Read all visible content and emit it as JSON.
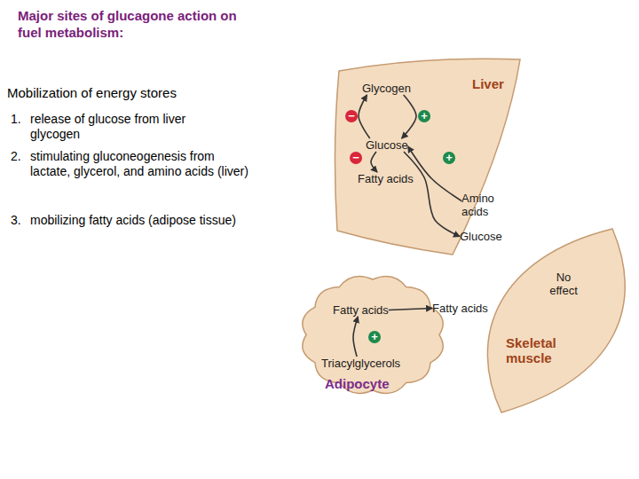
{
  "diagram": {
    "title": "Major sites of glucagone action on fuel metabolism:",
    "nodes": [
      {
        "text": [
          "Liver"
        ]
      },
      {
        "text": [
          "Glycogen"
        ],
        "in": 0
      },
      {
        "text": [
          "Glucose"
        ],
        "in": 0
      },
      {
        "text": [
          "Fatty acids"
        ],
        "in": 0
      },
      {
        "text": [
          "Amino acids"
        ]
      },
      {
        "text": [
          "Glucose"
        ]
      },
      {
        "text": [
          "Adipocyte"
        ]
      },
      {
        "text": [
          "Fatty acids"
        ],
        "in": 6
      },
      {
        "text": [
          "Triacylglycerols"
        ],
        "in": 6
      },
      {
        "text": [
          "Fatty acids"
        ]
      },
      {
        "text": [
          "No effect",
          "Skeletal muscle"
        ]
      }
    ],
    "edges": [
      {
        "from": 2,
        "to": 1,
        "arrow": "to",
        "label": "−"
      },
      {
        "from": 1,
        "to": 2,
        "arrow": "to",
        "label": "+"
      },
      {
        "from": 2,
        "to": 3,
        "arrow": "to",
        "label": "−"
      },
      {
        "from": 4,
        "to": 2,
        "arrow": "to",
        "label": "+"
      },
      {
        "from": 2,
        "to": 5,
        "arrow": "to"
      },
      {
        "from": 8,
        "to": 7,
        "arrow": "to",
        "label": "+"
      },
      {
        "from": 7,
        "to": 9,
        "arrow": "to"
      }
    ],
    "labels": [
      "Mobilization of energy stores",
      "1.",
      "release of glucose from liver glycogen",
      "2.",
      "stimulating gluconeogenesis from lactate, glycerol, and amino acids (liver)",
      "3.",
      "mobilizing fatty acids (adipose tissue)"
    ]
  }
}
